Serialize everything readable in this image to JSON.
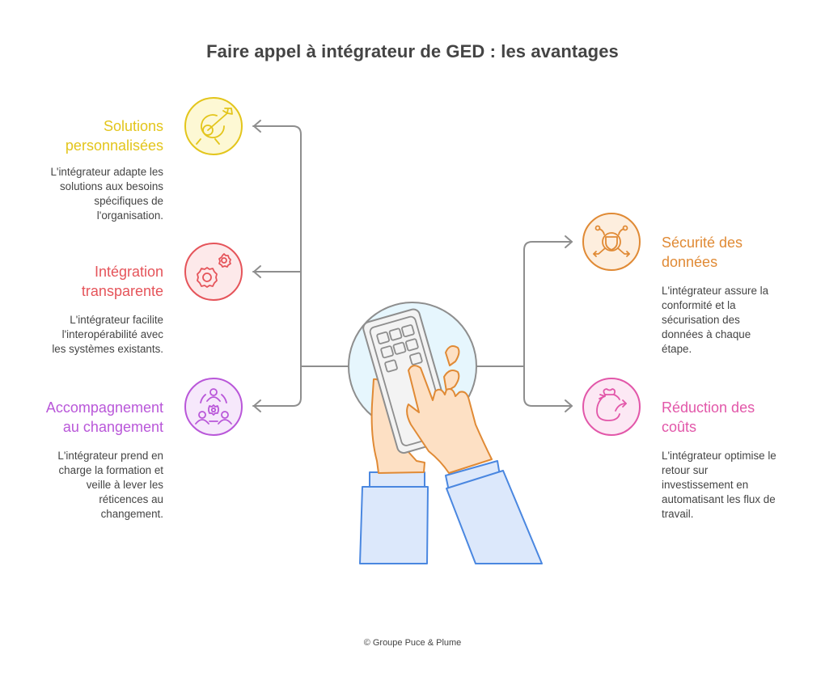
{
  "title": "Faire appel à intégrateur de GED : les avantages",
  "colors": {
    "connector": "#8e8e8e",
    "text": "#444444",
    "yellow": "#e3c51b",
    "red": "#e5545a",
    "purple": "#b957d9",
    "orange": "#e08a35",
    "pink": "#e257a9",
    "skin_outline": "#e08a35",
    "skin_fill": "#fde0c4",
    "sleeve_outline": "#4a87e0",
    "sleeve_fill": "#dce8fb",
    "phone_fill": "#f3f3f3",
    "phone_outline": "#8e8e8e",
    "center_circle_fill": "#e6f6fd"
  },
  "center": {
    "icon": "hands-holding-phone-illustration"
  },
  "left_items": [
    {
      "heading_line1": "Solutions",
      "heading_line2": "personnalisées",
      "desc": [
        "L'intégrateur adapte les",
        "solutions aux besoins",
        "spécifiques de",
        "l'organisation."
      ],
      "icon": "target-arrow-icon",
      "color": "#e3c51b"
    },
    {
      "heading_line1": "Intégration",
      "heading_line2": "transparente",
      "desc": [
        "L'intégrateur facilite",
        "l'interopérabilité avec",
        "les systèmes existants."
      ],
      "icon": "gears-icon",
      "color": "#e5545a"
    },
    {
      "heading_line1": "Accompagnement",
      "heading_line2": "au changement",
      "desc": [
        "L'intégrateur prend en",
        "charge la formation et",
        "veille à lever les",
        "réticences au",
        "changement."
      ],
      "icon": "team-gear-icon",
      "color": "#b957d9"
    }
  ],
  "right_items": [
    {
      "heading_line1": "Sécurité des",
      "heading_line2": "données",
      "desc": [
        "L'intégrateur assure la",
        "conformité et la",
        "sécurisation des",
        "données à chaque",
        "étape."
      ],
      "icon": "shield-network-icon",
      "color": "#e08a35"
    },
    {
      "heading_line1": "Réduction des",
      "heading_line2": "coûts",
      "desc": [
        "L'intégrateur optimise le",
        "retour sur",
        "investissement en",
        "automatisant les flux de",
        "travail."
      ],
      "icon": "money-bag-arrow-icon",
      "color": "#e257a9"
    }
  ],
  "footer": "© Groupe Puce & Plume"
}
